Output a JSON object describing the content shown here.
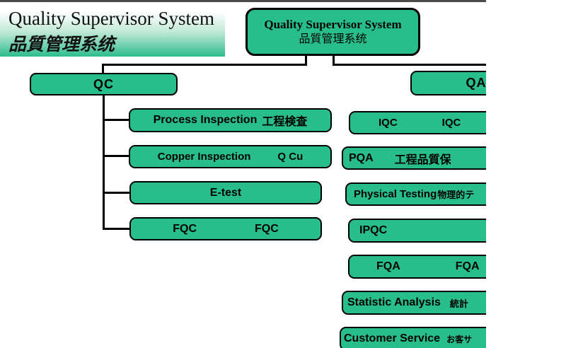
{
  "banner": {
    "title": "Quality Supervisor System",
    "subtitle": "品質管理系统"
  },
  "root_node": {
    "title": "Quality Supervisor System",
    "subtitle": "品質管理系统"
  },
  "colors": {
    "box_green": "#28be8c",
    "box_border": "#000000",
    "connector": "#000000",
    "top_rule": "#4b4b4b"
  },
  "qc_branch": {
    "label": "QC",
    "items": [
      {
        "left": "Process Inspection",
        "right": "工程検査"
      },
      {
        "left": "Copper Inspection",
        "right": "Q Cu"
      },
      {
        "left": "E-test",
        "right": ""
      },
      {
        "left": "FQC",
        "right": "FQC"
      }
    ]
  },
  "qa_branch": {
    "label": "QA",
    "items": [
      {
        "left": "IQC",
        "right": "IQC"
      },
      {
        "left": "PQA",
        "right": "工程品質保"
      },
      {
        "left": "Physical Testing",
        "right": "物理的テ"
      },
      {
        "left": "IPQC",
        "right": ""
      },
      {
        "left": "FQA",
        "right": "FQA"
      },
      {
        "left": "Statistic Analysis",
        "right": "統計"
      },
      {
        "left": "Customer Service",
        "right": "お客サ"
      }
    ]
  }
}
